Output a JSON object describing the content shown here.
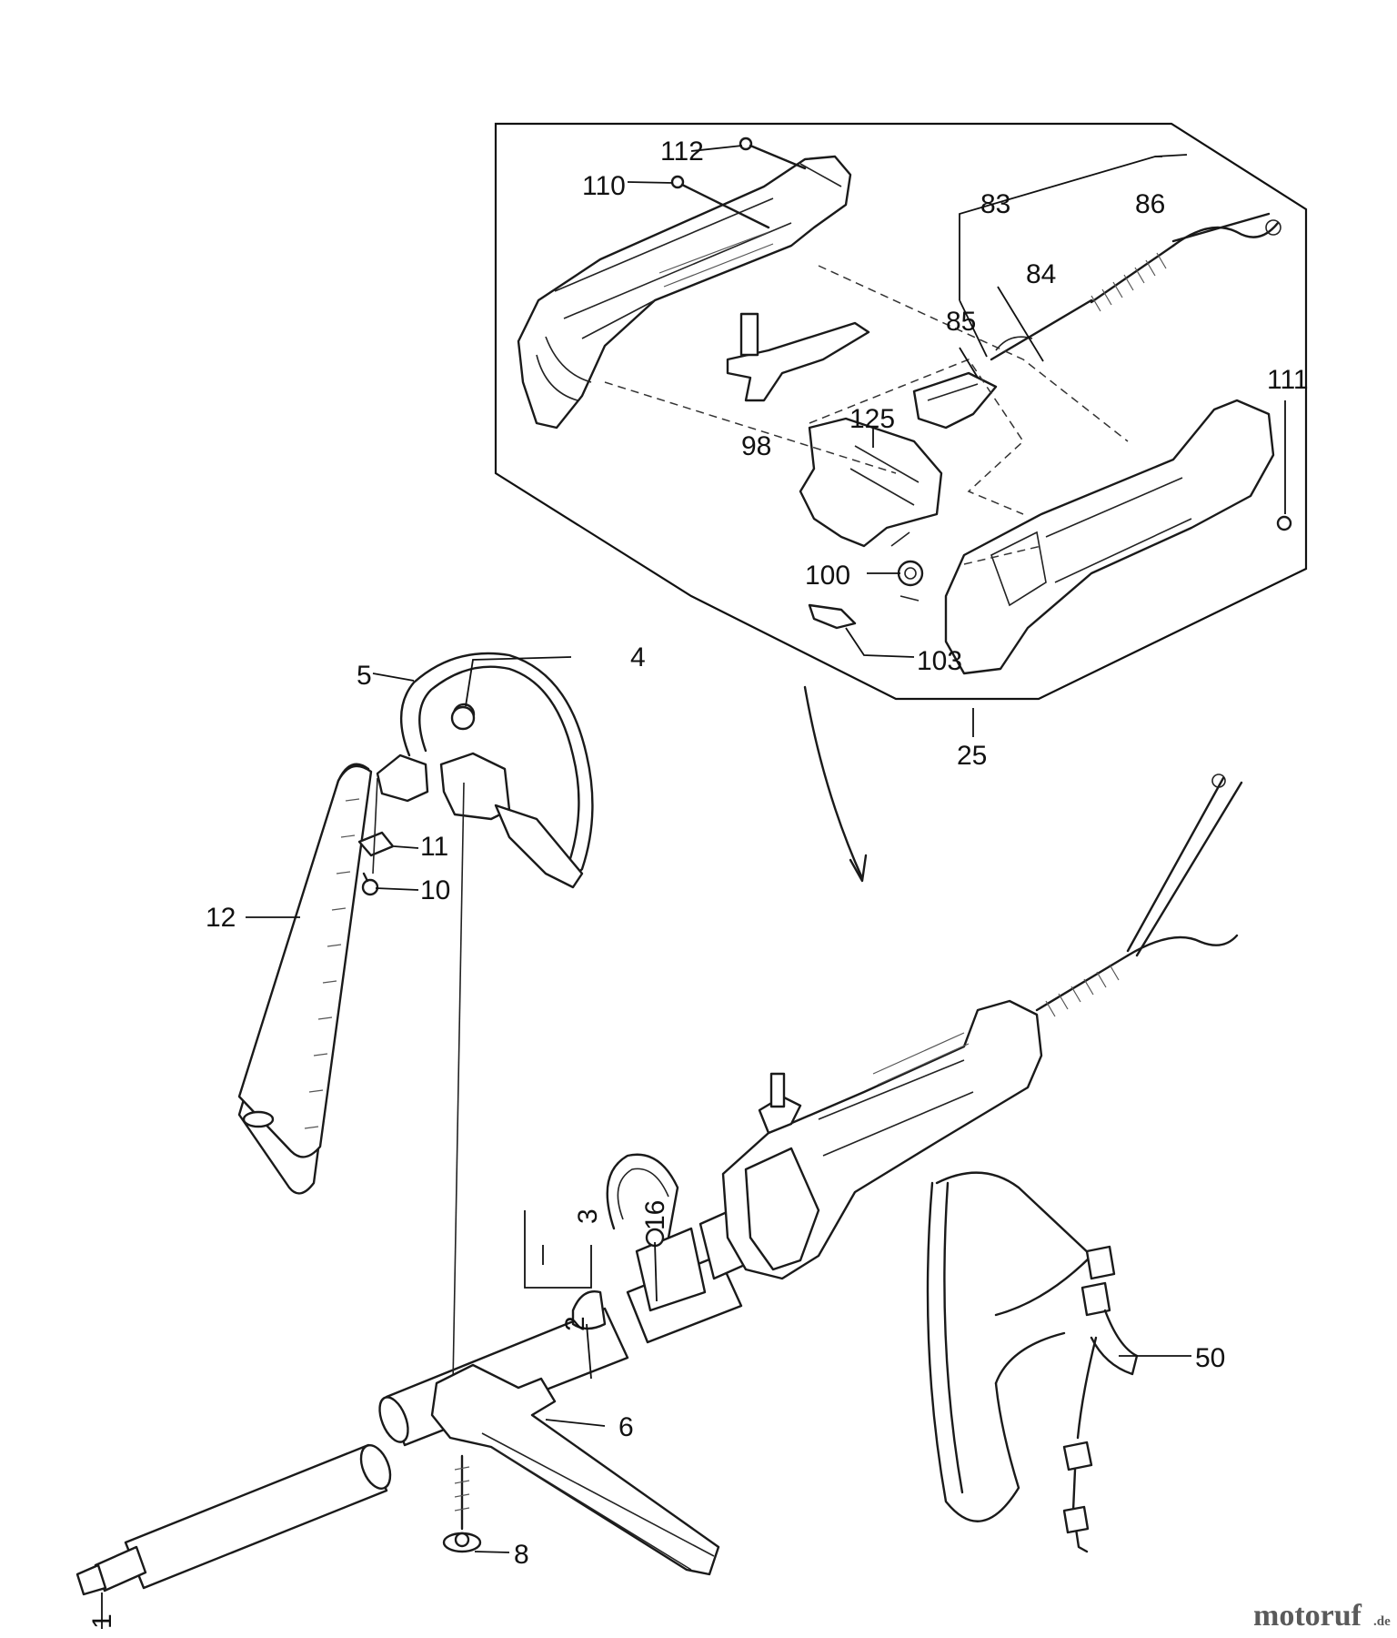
{
  "labels": {
    "p112": "112",
    "p110": "110",
    "p83": "83",
    "p86": "86",
    "p84": "84",
    "p85": "85",
    "p111": "111",
    "p125": "125",
    "p98": "98",
    "p100": "100",
    "p103": "103",
    "p25": "25",
    "p5": "5",
    "p4": "4",
    "p11": "11",
    "p10": "10",
    "p12": "12",
    "p3": "3",
    "p16": "16",
    "p2": "2",
    "p6": "6",
    "p8": "8",
    "p1": "1",
    "p50": "50"
  },
  "watermark": {
    "name": "motoruf",
    "suffix": ".de"
  }
}
